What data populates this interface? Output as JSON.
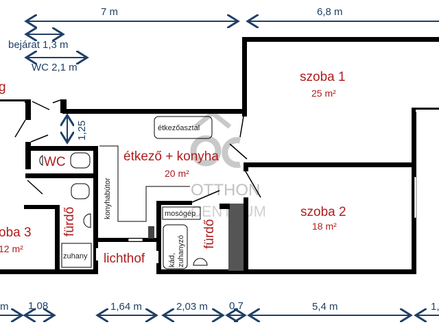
{
  "dimensions": {
    "top_total_left": "7 m",
    "top_total_right": "6,8 m",
    "entrance": "bejárat 1,3 m",
    "wc": "WC 2,1 m",
    "corridor": "1,25",
    "bottom": [
      "m",
      "1,08",
      "1,64 m",
      "2,03 m",
      "0,7",
      "5,4 m",
      "1,"
    ]
  },
  "rooms": {
    "partial_top_left": "g",
    "szoba1": {
      "name": "szoba 1",
      "area": "25 m²"
    },
    "szoba2": {
      "name": "szoba 2",
      "area": "18 m²"
    },
    "szoba3": {
      "name": "oba 3",
      "area": "12 m²"
    },
    "kitchen": {
      "name": "étkező + konyha",
      "area": "20 m²"
    },
    "wc": "WC",
    "bath1": "fürdő",
    "bath2": "fürdő",
    "lichthof": "lichthof"
  },
  "fixtures": {
    "dining_table": "étkezőasztal",
    "kitchen_furniture": "konyhabútor",
    "washing_machine": "mosógép",
    "tub_line1": "kád,",
    "tub_line2": "zuhanyzó",
    "shower": "zuhany"
  },
  "watermark": {
    "logo": "OC",
    "line1": "OTTHON",
    "line2": "CENTRUM"
  },
  "colors": {
    "dimension": "#1f3f66",
    "room_label": "#b01c1c",
    "wall": "#000000"
  }
}
